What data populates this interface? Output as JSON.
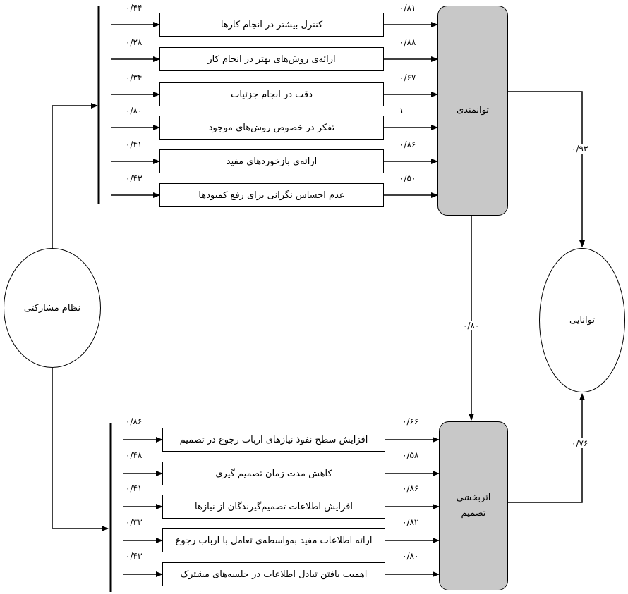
{
  "latent": {
    "tavanmandi": "توانمندی",
    "asarbakhshi_line1": "اثربخشی",
    "asarbakhshi_line2": "تصمیم"
  },
  "ovals": {
    "system": "نظام مشارکتی",
    "ability": "توانایی"
  },
  "top_items": [
    {
      "text": "کنترل بیشتر در انجام کارها",
      "in": "۰/۴۴",
      "out": "۰/۸۱"
    },
    {
      "text": "ارائه‌ی روش‌های بهتر در انجام کار",
      "in": "۰/۲۸",
      "out": "۰/۸۸"
    },
    {
      "text": "دقت در انجام جزئیات",
      "in": "۰/۳۴",
      "out": "۰/۶۷"
    },
    {
      "text": "تفکر در خصوص روش‌های موجود",
      "in": "۰/۸۰",
      "out": "۱"
    },
    {
      "text": "ارائه‌ی بازخوردهای مفید",
      "in": "۰/۴۱",
      "out": "۰/۸۶"
    },
    {
      "text": "عدم احساس نگرانی برای رفع کمبودها",
      "in": "۰/۴۳",
      "out": "۰/۵۰"
    }
  ],
  "bottom_items": [
    {
      "text": "افزایش سطح نفوذ نیازهای ارباب رجوع در تصمیم",
      "in": "۰/۸۶",
      "out": "۰/۶۶"
    },
    {
      "text": "کاهش مدت زمان تصمیم گیری",
      "in": "۰/۴۸",
      "out": "۰/۵۸"
    },
    {
      "text": "افزایش اطلاعات تصمیم‌گیرندگان از نیازها",
      "in": "۰/۴۱",
      "out": "۰/۸۶"
    },
    {
      "text": "ارائه اطلاعات مفید به‌واسطه‌ی تعامل با ارباب رجوع",
      "in": "۰/۳۳",
      "out": "۰/۸۲"
    },
    {
      "text": "اهمیت یافتن تبادل اطلاعات در جلسه‌های مشترک",
      "in": "۰/۴۳",
      "out": "۰/۸۰"
    }
  ],
  "paths": {
    "tavanmandi_to_ability": "۰/۹۳",
    "tavanmandi_to_asarbakhshi": "۰/۸۰",
    "asarbakhshi_to_ability": "۰/۷۶"
  }
}
